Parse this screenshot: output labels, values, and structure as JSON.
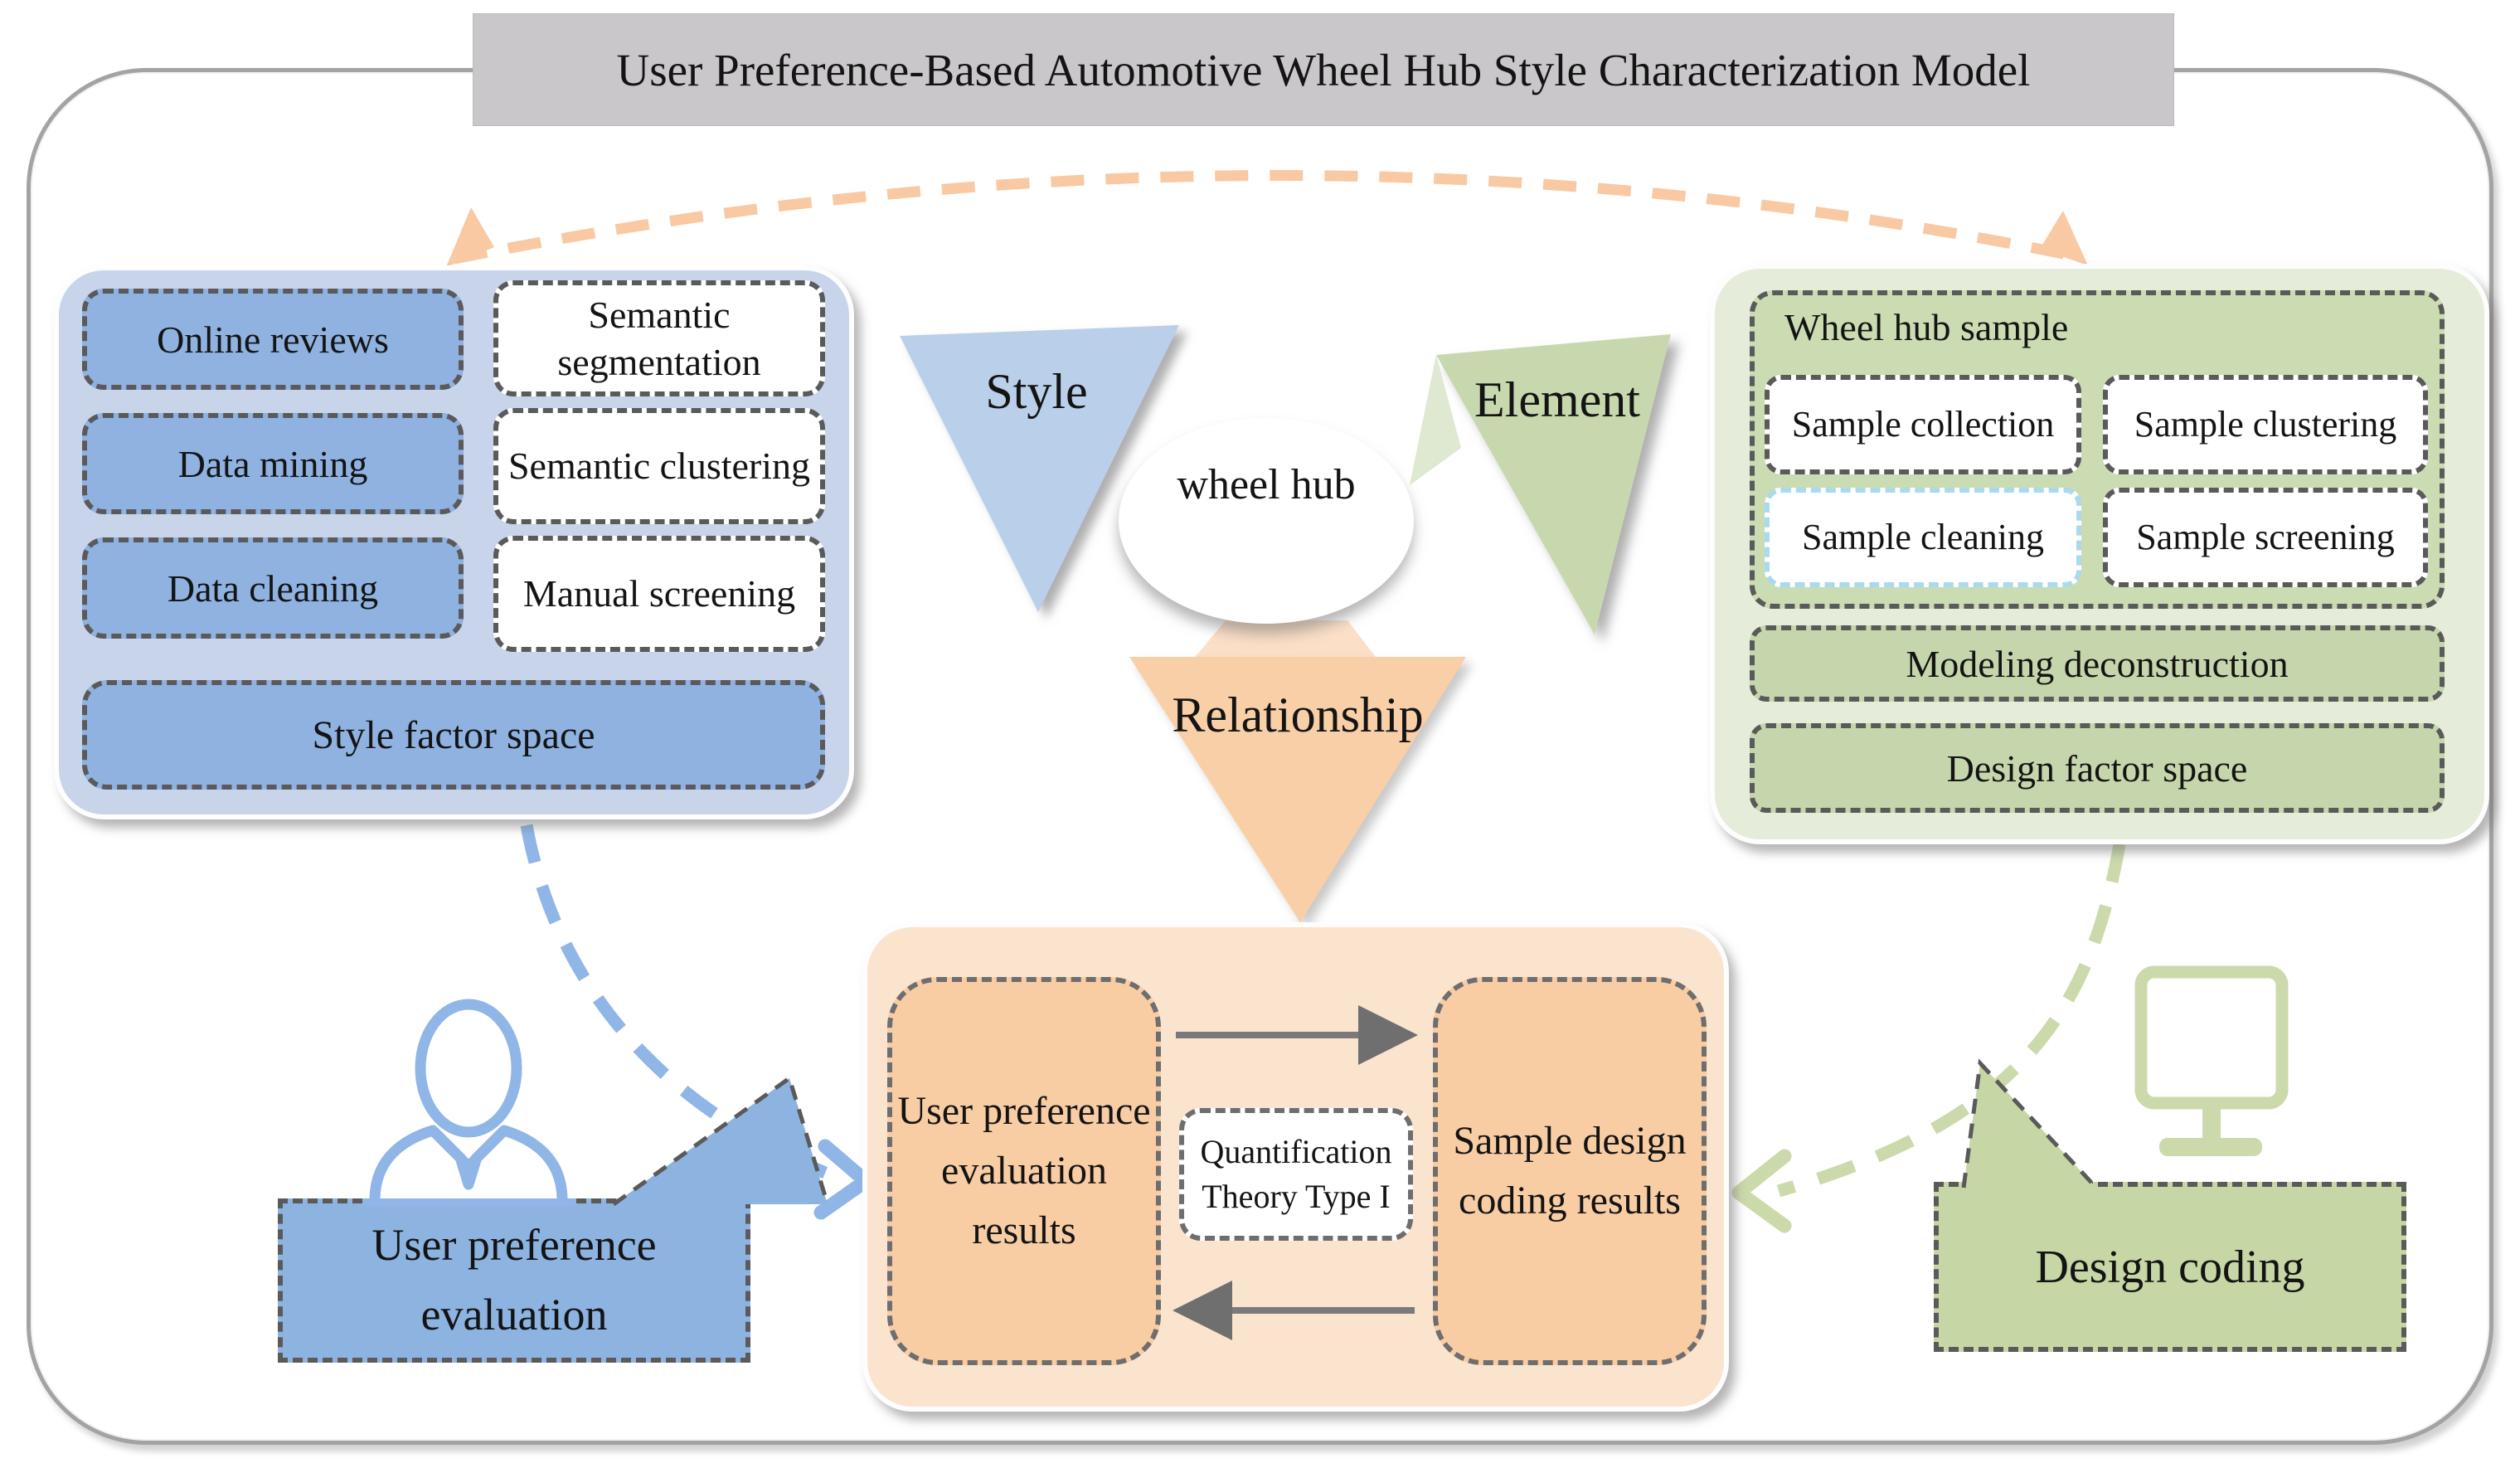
{
  "title": "User Preference-Based Automotive Wheel Hub Style Characterization Model",
  "left_panel": {
    "data_items": [
      "Online reviews",
      "Data mining",
      "Data cleaning"
    ],
    "process_items": [
      "Semantic segmentation",
      "Semantic clustering",
      "Manual screening"
    ],
    "output": "Style factor space"
  },
  "center": {
    "hub": "wheel hub",
    "style_label": "Style",
    "element_label": "Element",
    "relationship_label": "Relationship"
  },
  "right_panel": {
    "header": "Wheel hub sample",
    "sample_steps": [
      "Sample collection",
      "Sample clustering",
      "Sample cleaning",
      "Sample screening"
    ],
    "modeling": "Modeling deconstruction",
    "output": "Design factor space"
  },
  "bottom_panel": {
    "left_box": "User preference evaluation results",
    "middle_box": "Quantification Theory Type I",
    "right_box": "Sample design coding results"
  },
  "annotations": {
    "user_label": "User preference evaluation",
    "design_label": "Design coding"
  },
  "icons": {
    "person": "person-icon",
    "monitor": "monitor-icon"
  },
  "colors": {
    "blue_box": "#8fb2e1",
    "blue_panel": "#c7d4ea",
    "green_panel": "#e6ecda",
    "green_box": "#c6d6ac",
    "orange_panel": "#fbe4ce",
    "orange_box": "#f8cda4",
    "arc_dash": "#f8c9a3",
    "blue_dash": "#8fb6e6",
    "green_dash": "#ccd9ab",
    "title_bar": "#cac7ca"
  }
}
